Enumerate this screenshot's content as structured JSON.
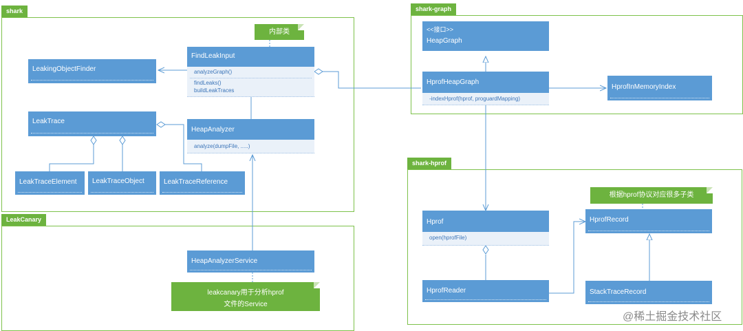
{
  "packages": {
    "shark": "shark",
    "leakcanary": "LeakCanary",
    "shark_graph": "shark-graph",
    "shark_hprof": "shark-hprof"
  },
  "classes": {
    "find_leak_input": {
      "name": "FindLeakInput",
      "ops": [
        "analyzeGraph()",
        "findLeaks()",
        "buildLeakTraces"
      ]
    },
    "leaking_object_finder": {
      "name": "LeakingObjectFinder"
    },
    "leak_trace": {
      "name": "LeakTrace"
    },
    "heap_analyzer": {
      "name": "HeapAnalyzer",
      "ops": [
        "analyze(dumpFile, .....)"
      ]
    },
    "leak_trace_element": {
      "name": "LeakTraceElement"
    },
    "leak_trace_object": {
      "name": "LeakTraceObject"
    },
    "leak_trace_reference": {
      "name": "LeakTraceReference"
    },
    "heap_analyzer_service": {
      "name": "HeapAnalyzerService"
    },
    "heap_graph": {
      "stereotype": "<<接口>>",
      "name": "HeapGraph"
    },
    "hprof_heap_graph": {
      "name": "HprofHeapGraph",
      "ops": [
        "-indexHprof(hprof, proguardMapping)"
      ]
    },
    "hprof_in_memory_index": {
      "name": "HprofInMemoryIndex"
    },
    "hprof": {
      "name": "Hprof",
      "ops": [
        "open(hprofFile)"
      ]
    },
    "hprof_reader": {
      "name": "HprofReader"
    },
    "hprof_record": {
      "name": "HprofRecord"
    },
    "stack_trace_record": {
      "name": "StackTraceRecord"
    }
  },
  "notes": {
    "inner_class": "内部类",
    "service_line1": "leakcanary用于分析hprof",
    "service_line2": "文件的Service",
    "subclasses": "根据hprof协议对应很多子类"
  },
  "watermark": "@稀土掘金技术社区",
  "colors": {
    "class_fill": "#5b9bd5",
    "ops_fill": "#eaf1f9",
    "package_border": "#7dc14a",
    "package_tab": "#6db33f",
    "connector": "#5b9bd5"
  }
}
